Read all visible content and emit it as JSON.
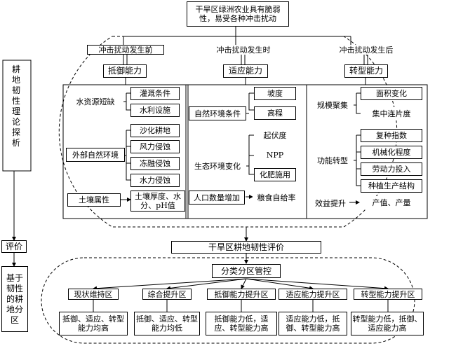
{
  "top": "干旱区绿洲农业具有脆弱性，易受各种冲击扰动",
  "left_vertical": "耕地韧性理论探析",
  "left_eval": "评价",
  "left_bottom": "基于韧性的耕地分区",
  "phases": {
    "before": "冲击扰动发生前",
    "during": "冲击扰动发生时",
    "after": "冲击扰动发生后"
  },
  "abilities": {
    "resist": "抵御能力",
    "adapt": "适应能力",
    "transform": "转型能力"
  },
  "resist_groups": [
    {
      "label": "水资源短缺",
      "items": [
        "灌溉条件",
        "水利设施"
      ]
    },
    {
      "label": "外部自然环境",
      "items": [
        "沙化耕地",
        "风力侵蚀",
        "冻融侵蚀",
        "水力侵蚀"
      ]
    },
    {
      "label": "土壤属性",
      "items": [
        "土壤厚度、水分、pH值"
      ]
    }
  ],
  "adapt_groups": [
    {
      "label": "自然环境条件",
      "items": [
        "坡度",
        "高程"
      ]
    },
    {
      "label": "生态环境变化",
      "items": [
        "起伏度",
        "NPP",
        "化肥施用"
      ]
    },
    {
      "label": "人口数量增加",
      "items": [
        "粮食自给率"
      ]
    }
  ],
  "transform_groups": [
    {
      "label": "规模聚集",
      "items": [
        "面积变化",
        "集中连片度"
      ]
    },
    {
      "label": "功能转型",
      "items": [
        "复种指数",
        "机械化程度",
        "劳动力投入",
        "种植生产结构"
      ]
    },
    {
      "label": "效益提升",
      "items": [
        "产值、产量"
      ]
    }
  ],
  "evaluation": "干旱区耕地韧性评价",
  "management": "分类分区管控",
  "zones": [
    {
      "name": "现状维持区",
      "desc": "抵御、适应、转型能力均高"
    },
    {
      "name": "综合提升区",
      "desc": "抵御、适应、转型能力均低"
    },
    {
      "name": "抵御能力提升区",
      "desc": "抵御能力低，适应、转型能力高"
    },
    {
      "name": "适应能力提升区",
      "desc": "适应能力低，抵御、转型能力高"
    },
    {
      "name": "转型能力提升区",
      "desc": "转型能力低，抵御、适应能力高"
    }
  ]
}
